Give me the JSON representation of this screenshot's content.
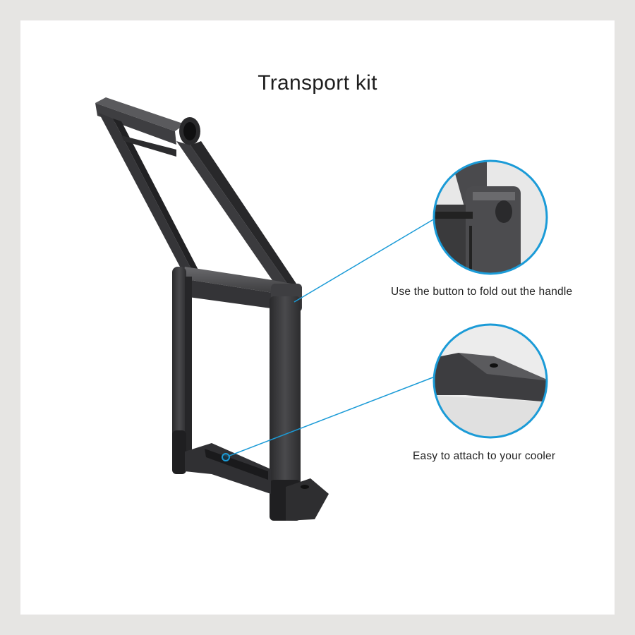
{
  "title": "Transport kit",
  "callouts": [
    {
      "text": "Use the button to fold out the handle",
      "detail_icon": "handle-button-detail"
    },
    {
      "text": "Easy to attach to your cooler",
      "detail_icon": "base-attachment-detail"
    }
  ],
  "colors": {
    "frame_background": "#e6e5e3",
    "card_background": "#ffffff",
    "accent": "#1b9bd7",
    "product": "#3c3c3e"
  }
}
